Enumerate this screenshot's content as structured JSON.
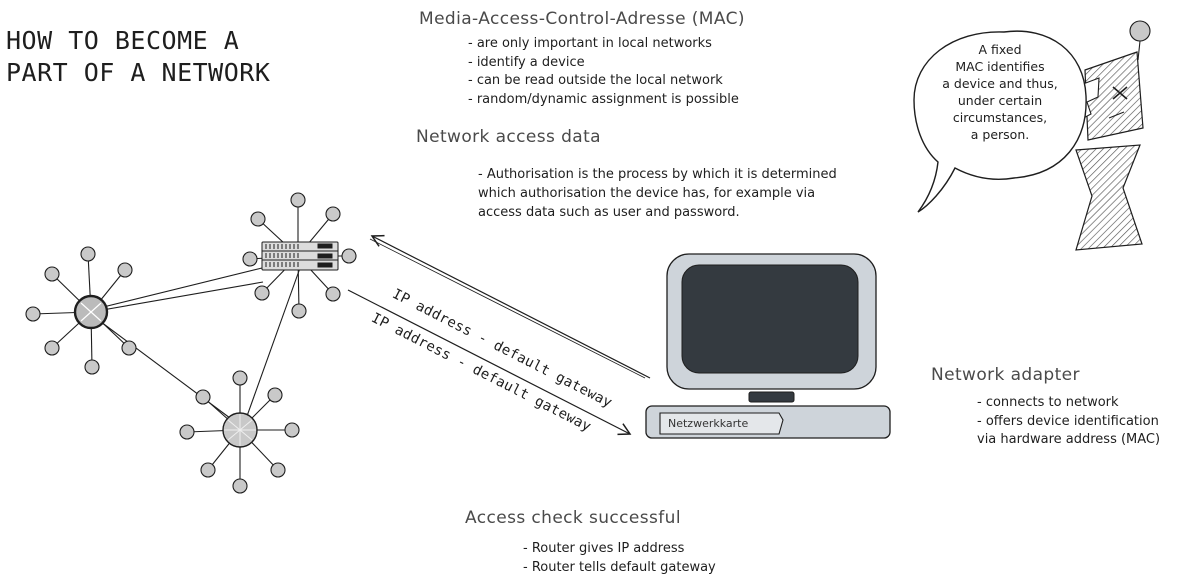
{
  "title": {
    "line1": "HOW TO BECOME A",
    "line2": "PART OF A NETWORK"
  },
  "mac": {
    "heading": "Media-Access-Control-Adresse (MAC)",
    "items": [
      "- are only important in local networks",
      "- identify a device",
      "- can be read outside the local network",
      "- random/dynamic assignment is possible"
    ]
  },
  "access_data": {
    "heading": "Network access data",
    "lines": [
      "- Authorisation is the process by which it is determined",
      "which authorisation the device has, for example via",
      "access data such as user and password."
    ]
  },
  "bubble": {
    "lines": [
      "A fixed",
      "MAC identifies",
      "a device and thus,",
      "under certain",
      "circumstances,",
      "a person."
    ]
  },
  "arrows": {
    "upper_label": "IP address - default gateway",
    "lower_label": "IP address - default gateway"
  },
  "computer": {
    "nic_label": "Netzwerkkarte"
  },
  "adapter": {
    "heading": "Network adapter",
    "lines": [
      "- connects to network",
      "- offers device identification",
      "via hardware address (MAC)"
    ]
  },
  "access_check": {
    "heading": "Access check successful",
    "items": [
      "- Router gives IP address",
      "- Router tells default gateway"
    ]
  },
  "colors": {
    "stroke": "#1e1e1e",
    "node_fill": "#c9c9c9",
    "screen": "#343a40",
    "monitor": "#ced4da",
    "hatch": "#555555"
  }
}
